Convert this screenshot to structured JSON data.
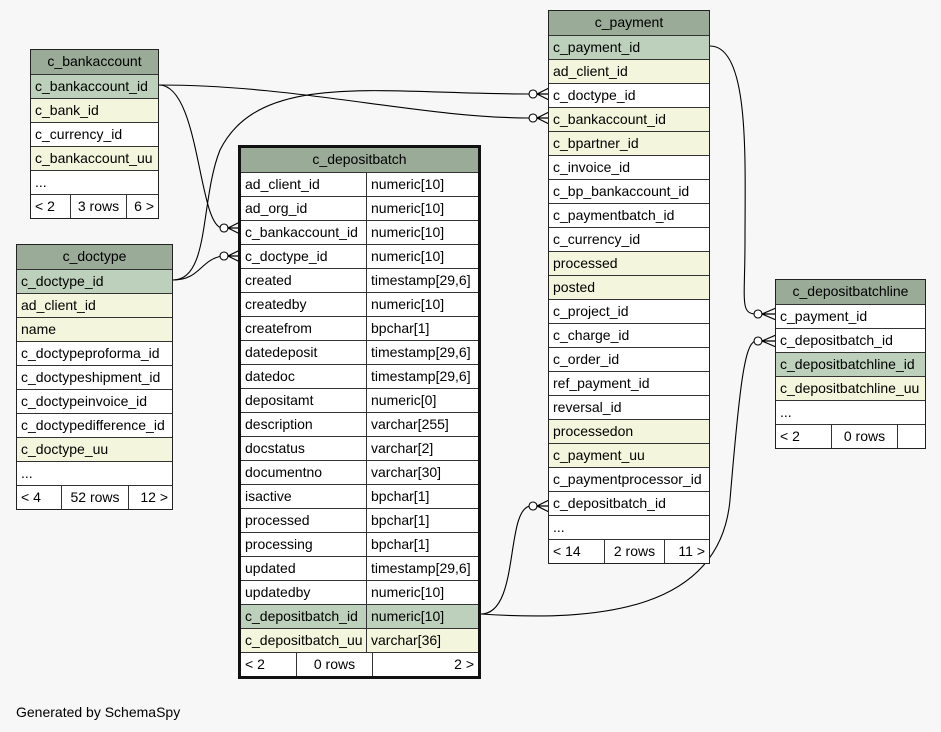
{
  "tables": {
    "c_bankaccount": {
      "title": "c_bankaccount",
      "rows": [
        {
          "name": "c_bankaccount_id",
          "kind": "pk"
        },
        {
          "name": "c_bank_id",
          "kind": "idx"
        },
        {
          "name": "c_currency_id",
          "kind": "plain"
        },
        {
          "name": "c_bankaccount_uu",
          "kind": "idx"
        },
        {
          "name": "...",
          "kind": "plain"
        }
      ],
      "footer": [
        "< 2",
        "3 rows",
        "6 >"
      ]
    },
    "c_doctype": {
      "title": "c_doctype",
      "rows": [
        {
          "name": "c_doctype_id",
          "kind": "pk"
        },
        {
          "name": "ad_client_id",
          "kind": "idx"
        },
        {
          "name": "name",
          "kind": "idx"
        },
        {
          "name": "c_doctypeproforma_id",
          "kind": "plain"
        },
        {
          "name": "c_doctypeshipment_id",
          "kind": "plain"
        },
        {
          "name": "c_doctypeinvoice_id",
          "kind": "plain"
        },
        {
          "name": "c_doctypedifference_id",
          "kind": "plain"
        },
        {
          "name": "c_doctype_uu",
          "kind": "idx"
        },
        {
          "name": "...",
          "kind": "plain"
        }
      ],
      "footer": [
        "< 4",
        "52 rows",
        "12 >"
      ]
    },
    "c_depositbatch": {
      "title": "c_depositbatch",
      "rows": [
        {
          "name": "ad_client_id",
          "type": "numeric[10]",
          "kind": "plain"
        },
        {
          "name": "ad_org_id",
          "type": "numeric[10]",
          "kind": "plain"
        },
        {
          "name": "c_bankaccount_id",
          "type": "numeric[10]",
          "kind": "plain"
        },
        {
          "name": "c_doctype_id",
          "type": "numeric[10]",
          "kind": "plain"
        },
        {
          "name": "created",
          "type": "timestamp[29,6]",
          "kind": "plain"
        },
        {
          "name": "createdby",
          "type": "numeric[10]",
          "kind": "plain"
        },
        {
          "name": "createfrom",
          "type": "bpchar[1]",
          "kind": "plain"
        },
        {
          "name": "datedeposit",
          "type": "timestamp[29,6]",
          "kind": "plain"
        },
        {
          "name": "datedoc",
          "type": "timestamp[29,6]",
          "kind": "plain"
        },
        {
          "name": "depositamt",
          "type": "numeric[0]",
          "kind": "plain"
        },
        {
          "name": "description",
          "type": "varchar[255]",
          "kind": "plain"
        },
        {
          "name": "docstatus",
          "type": "varchar[2]",
          "kind": "plain"
        },
        {
          "name": "documentno",
          "type": "varchar[30]",
          "kind": "plain"
        },
        {
          "name": "isactive",
          "type": "bpchar[1]",
          "kind": "plain"
        },
        {
          "name": "processed",
          "type": "bpchar[1]",
          "kind": "plain"
        },
        {
          "name": "processing",
          "type": "bpchar[1]",
          "kind": "plain"
        },
        {
          "name": "updated",
          "type": "timestamp[29,6]",
          "kind": "plain"
        },
        {
          "name": "updatedby",
          "type": "numeric[10]",
          "kind": "plain"
        },
        {
          "name": "c_depositbatch_id",
          "type": "numeric[10]",
          "kind": "pk"
        },
        {
          "name": "c_depositbatch_uu",
          "type": "varchar[36]",
          "kind": "idx"
        }
      ],
      "footer": [
        "< 2",
        "0 rows",
        "2 >"
      ]
    },
    "c_payment": {
      "title": "c_payment",
      "rows": [
        {
          "name": "c_payment_id",
          "kind": "pk"
        },
        {
          "name": "ad_client_id",
          "kind": "idx"
        },
        {
          "name": "c_doctype_id",
          "kind": "plain"
        },
        {
          "name": "c_bankaccount_id",
          "kind": "idx"
        },
        {
          "name": "c_bpartner_id",
          "kind": "idx"
        },
        {
          "name": "c_invoice_id",
          "kind": "plain"
        },
        {
          "name": "c_bp_bankaccount_id",
          "kind": "plain"
        },
        {
          "name": "c_paymentbatch_id",
          "kind": "plain"
        },
        {
          "name": "c_currency_id",
          "kind": "plain"
        },
        {
          "name": "processed",
          "kind": "idx"
        },
        {
          "name": "posted",
          "kind": "idx"
        },
        {
          "name": "c_project_id",
          "kind": "plain"
        },
        {
          "name": "c_charge_id",
          "kind": "plain"
        },
        {
          "name": "c_order_id",
          "kind": "plain"
        },
        {
          "name": "ref_payment_id",
          "kind": "plain"
        },
        {
          "name": "reversal_id",
          "kind": "plain"
        },
        {
          "name": "processedon",
          "kind": "idx"
        },
        {
          "name": "c_payment_uu",
          "kind": "idx"
        },
        {
          "name": "c_paymentprocessor_id",
          "kind": "plain"
        },
        {
          "name": "c_depositbatch_id",
          "kind": "plain"
        },
        {
          "name": "...",
          "kind": "plain"
        }
      ],
      "footer": [
        "< 14",
        "2 rows",
        "11 >"
      ]
    },
    "c_depositbatchline": {
      "title": "c_depositbatchline",
      "rows": [
        {
          "name": "c_payment_id",
          "kind": "plain"
        },
        {
          "name": "c_depositbatch_id",
          "kind": "plain"
        },
        {
          "name": "c_depositbatchline_id",
          "kind": "pk"
        },
        {
          "name": "c_depositbatchline_uu",
          "kind": "idx"
        },
        {
          "name": "...",
          "kind": "plain"
        }
      ],
      "footer": [
        "< 2",
        "0 rows",
        ""
      ]
    }
  },
  "colors": {
    "header": "#9aab98",
    "primary_key": "#bdd0bb",
    "indexed": "#f3f6dc",
    "plain": "#ffffff",
    "edge": "#000000"
  },
  "credit": "Generated by SchemaSpy"
}
